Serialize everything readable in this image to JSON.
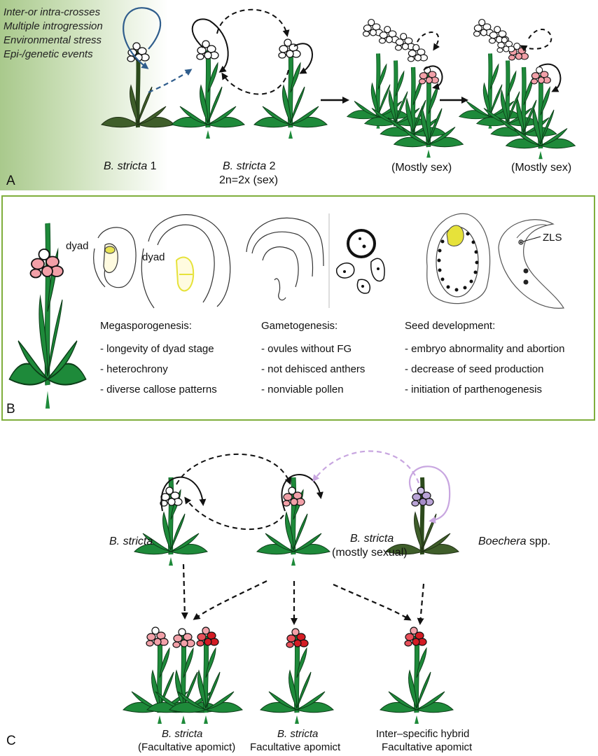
{
  "panelA": {
    "letter": "A",
    "stress_lines": [
      "Inter-or intra-crosses",
      "Multiple introgression",
      "Environmental stress",
      "Epi-/genetic events"
    ],
    "plant1_label_it": "B. stricta",
    "plant1_label_num": " 1",
    "plant2_label_it": "B. stricta",
    "plant2_label_num": " 2",
    "plant2_ploidy": "2n=2x (sex)",
    "group1_label": "(Mostly sex)",
    "group2_label": "(Mostly sex)"
  },
  "panelB": {
    "letter": "B",
    "dyad_label_1": "dyad",
    "dyad_label_2": "dyad",
    "zls_label": "ZLS",
    "col1": {
      "title": "Megasporogenesis:",
      "items": [
        "- longevity of dyad stage",
        "- heterochrony",
        "- diverse callose patterns"
      ]
    },
    "col2": {
      "title": "Gametogenesis:",
      "items": [
        "- ovules without FG",
        "- not dehisced anthers",
        "- nonviable pollen"
      ]
    },
    "col3": {
      "title": "Seed development:",
      "items": [
        "- embryo abnormality and abortion",
        "- decrease of seed production",
        "- initiation of parthenogenesis"
      ]
    }
  },
  "panelC": {
    "letter": "C",
    "top1_label": "B. stricta",
    "top2_label": "B. stricta",
    "top2_sub": "(mostly sexual)",
    "top3_label_it": "Boechera",
    "top3_label_rest": " spp.",
    "bottom1_label": "B. stricta",
    "bottom1_sub": "(Facultative apomict)",
    "bottom2_label": "B. stricta",
    "bottom2_sub": "Facultative apomict",
    "bottom3_label": "Inter–specific hybrid",
    "bottom3_sub": "Facultative apomict"
  },
  "colors": {
    "leaf": "#1e8a3a",
    "leaf_dark": "#3f5e2a",
    "flower_white": "#ffffff",
    "flower_pink": "#f2a0a8",
    "flower_red": "#d41c24",
    "flower_purple": "#b9a3d6",
    "arrow_blue": "#2f5d8c",
    "arrow_purple": "#c8a6e0",
    "panel_border": "#7fae3c",
    "callose_yellow": "#e6e23a"
  }
}
